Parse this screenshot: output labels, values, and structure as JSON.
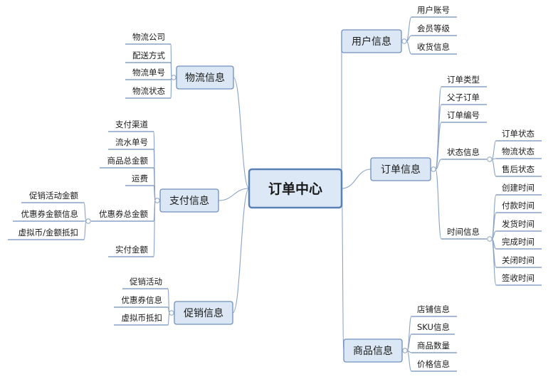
{
  "root": "订单中心",
  "branches": [
    {
      "key": "user",
      "label": "用户信息",
      "children": [
        "用户账号",
        "会员等级",
        "收货信息"
      ]
    },
    {
      "key": "logistics",
      "label": "物流信息",
      "children": [
        "物流公司",
        "配送方式",
        "物流单号",
        "物流状态"
      ]
    },
    {
      "key": "order",
      "label": "订单信息",
      "children": [
        {
          "label": "订单类型"
        },
        {
          "label": "父子订单"
        },
        {
          "label": "订单编号"
        },
        {
          "label": "状态信息",
          "children": [
            "订单状态",
            "物流状态",
            "售后状态"
          ]
        },
        {
          "label": "时间信息",
          "children": [
            "创建时间",
            "付款时间",
            "发货时间",
            "完成时间",
            "关闭时间",
            "签收时间"
          ]
        }
      ]
    },
    {
      "key": "payment",
      "label": "支付信息",
      "children": [
        {
          "label": "支付渠道"
        },
        {
          "label": "流水单号"
        },
        {
          "label": "商品总金额"
        },
        {
          "label": "运费"
        },
        {
          "label": "优惠券总金额",
          "children": [
            "促销活动金额",
            "优惠券金额信息",
            "虚拟币/金额抵扣"
          ]
        },
        {
          "label": "实付金额"
        }
      ]
    },
    {
      "key": "promotion",
      "label": "促销信息",
      "children": [
        "促销活动",
        "优惠券信息",
        "虚拟币抵扣"
      ]
    },
    {
      "key": "product",
      "label": "商品信息",
      "children": [
        "店铺信息",
        "SKU信息",
        "商品数量",
        "价格信息"
      ]
    }
  ]
}
